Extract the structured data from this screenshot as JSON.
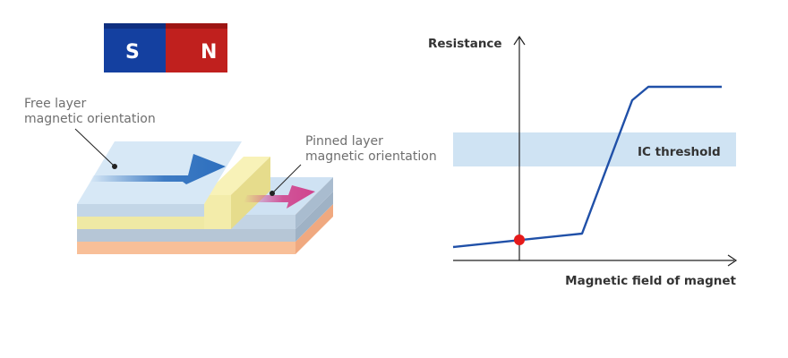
{
  "magnet": {
    "south_label": "S",
    "north_label": "N",
    "south_color": "#1440a0",
    "north_color": "#c0201e"
  },
  "device": {
    "free_layer_label_line1": "Free layer",
    "free_layer_label_line2": "magnetic orientation",
    "pinned_layer_label_line1": "Pinned layer",
    "pinned_layer_label_line2": "magnetic orientation",
    "free_arrow_color": "#2d6fbe",
    "pinned_arrow_color": "#d0448e"
  },
  "graph": {
    "y_axis_label": "Resistance",
    "x_axis_label": "Magnetic field of magnet",
    "threshold_label": "IC threshold",
    "curve_color": "#2050a8",
    "marker_color": "#e51a1a",
    "threshold_color": "#cfe3f3"
  }
}
